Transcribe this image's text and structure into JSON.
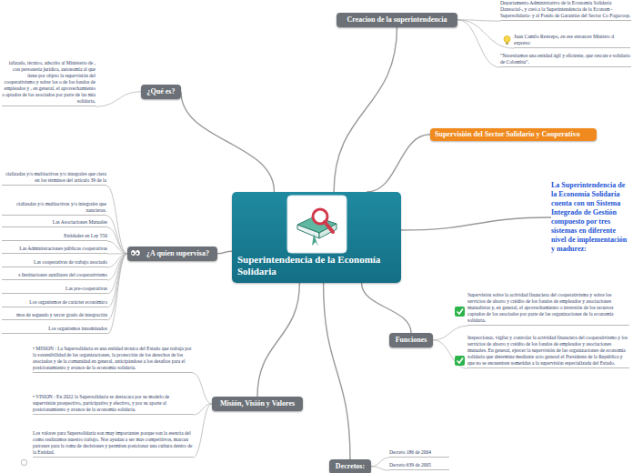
{
  "diagram": {
    "nodes": [
      {
        "text": [
          "Superintendencia de la Economía Solidaria"
        ]
      },
      {
        "text": [
          "Creacion de la superintendencia"
        ]
      },
      {
        "text": [
          "Departamento Administrativo de la Economía Solidaria Dansocial-, y creó a la Superintendencia de la Econom -Supersolidaria- y al Fondo de Garantías del Sector Co Fogacoop."
        ]
      },
      {
        "text": [
          "Juan Camilo Restrepo, en ese entonces Ministro d expreso:"
        ]
      },
      {
        "text": [
          "\"Necesitamos una entidad ágil y eficiente, que rescate e solidario de Colombia\"."
        ]
      },
      {
        "text": [
          "¿Qué es?"
        ]
      },
      {
        "text": [
          "ializado, técnico, adscrito al Ministerio de , con personería jurídica, autonomía al que tiene por objeto la supervisión del cooperativismo y sobre los o de los fondos de empleados y , en general, el aprovechamiento o aptados de los asociados por parte de las mía solidaria."
        ]
      },
      {
        "text": [
          "Supervisión del Sector Solidario y Cooperativo"
        ]
      },
      {
        "text": [
          "La Superintendencia de la Economía Solidaria cuenta con un Sistema Integrado de Gestión compuesto por tres sistemas en diferente nivel de implementación y madurez:"
        ]
      },
      {
        "text": [
          "¿A quien supervisa?"
        ]
      },
      {
        "text": [
          "cializadas y/o multiactivas y/o integrales que ciera en los términos del artículo 39 de la"
        ]
      },
      {
        "text": [
          "cializadas y/o multiactivas y/o integrales que nancieras."
        ]
      },
      {
        "text": [
          "Las Asociaciones Mutuales"
        ]
      },
      {
        "text": [
          "Entidades en Ley 550"
        ]
      },
      {
        "text": [
          "Las Administraciones públicas cooperativas"
        ]
      },
      {
        "text": [
          "Las cooperativas de trabajo asociado"
        ]
      },
      {
        "text": [
          "s Instituciones auxiliares del cooperativismo"
        ]
      },
      {
        "text": [
          "Las pre-cooperativas"
        ]
      },
      {
        "text": [
          "Los organismos de carácter económico"
        ]
      },
      {
        "text": [
          "mos de segundo y tercer grado de integración"
        ]
      },
      {
        "text": [
          "Los organismos innominados"
        ]
      },
      {
        "text": [
          "Funciones"
        ]
      },
      {
        "text": [
          "Supervisión sobre la actividad financiera del cooperativismo y sobre los servicios de ahorro y crédito de los fondos de empleados y asociaciones mutualistas y, en general, el aprovechamiento o inversión de los recursos captados de los asociados por parte de las organizaciones de la economía solidaria."
        ]
      },
      {
        "text": [
          "Inspeccionar, vigilar y controlar la actividad financiera del cooperativismo y los servicios de ahorro y crédito de los fondos de empleados y asociaciones mutuales. En general, ejercer la supervisión de las organizaciones de economía solidaria que determine mediante acto general el Presidente de la República y que no se encuentren sometidas a la supervisión especializada del Estado."
        ]
      },
      {
        "text": [
          "Misión, Visión y Valores"
        ]
      },
      {
        "text": [
          "• MISION : La Supersolidaria es una entidad técnica del Estado que trabaja por la sostenibilidad de las organizaciones, la protección de los derechos de los asociados y de la comunidad en general, anticipándose a los desafíos para el posicionamiento y avance de la economía solidaria."
        ]
      },
      {
        "text": [
          "• VISION : En 2022 la Supersolidaria se destacara por su modelo de supervisión prospectivo, participativo y efectivo, y por su aporte al posicionamiento y avance de la economía solidaria."
        ]
      },
      {
        "text": [
          "Los valores para Supersolidaria son muy importantes porque son la esencia del como realizamos nuestro trabajo. Nos ayudan a ser mas competitivos, marcan patrones para la toma de decisiones y permiten posicionar una cultura dentro de la Entidad."
        ]
      },
      {
        "text": [
          "Decretos:"
        ]
      },
      {
        "text": [
          "Decreto 186 de 2004"
        ]
      },
      {
        "text": [
          "Decreto 639 de 2005"
        ]
      }
    ],
    "edges": [
      {
        "from": 0,
        "to": 1,
        "arrow": "none"
      },
      {
        "from": 1,
        "to": 2,
        "arrow": "none"
      },
      {
        "from": 1,
        "to": 3,
        "arrow": "none"
      },
      {
        "from": 1,
        "to": 4,
        "arrow": "none"
      },
      {
        "from": 0,
        "to": 5,
        "arrow": "none"
      },
      {
        "from": 5,
        "to": 6,
        "arrow": "none"
      },
      {
        "from": 0,
        "to": 7,
        "arrow": "none"
      },
      {
        "from": 0,
        "to": 8,
        "arrow": "none"
      },
      {
        "from": 0,
        "to": 9,
        "arrow": "none"
      },
      {
        "from": 9,
        "to": 10,
        "arrow": "none"
      },
      {
        "from": 9,
        "to": 11,
        "arrow": "none"
      },
      {
        "from": 9,
        "to": 12,
        "arrow": "none"
      },
      {
        "from": 9,
        "to": 13,
        "arrow": "none"
      },
      {
        "from": 9,
        "to": 14,
        "arrow": "none"
      },
      {
        "from": 9,
        "to": 15,
        "arrow": "none"
      },
      {
        "from": 9,
        "to": 16,
        "arrow": "none"
      },
      {
        "from": 9,
        "to": 17,
        "arrow": "none"
      },
      {
        "from": 9,
        "to": 18,
        "arrow": "none"
      },
      {
        "from": 9,
        "to": 19,
        "arrow": "none"
      },
      {
        "from": 9,
        "to": 20,
        "arrow": "none"
      },
      {
        "from": 0,
        "to": 21,
        "arrow": "none"
      },
      {
        "from": 21,
        "to": 22,
        "arrow": "none"
      },
      {
        "from": 21,
        "to": 23,
        "arrow": "none"
      },
      {
        "from": 0,
        "to": 24,
        "arrow": "none"
      },
      {
        "from": 24,
        "to": 25,
        "arrow": "none"
      },
      {
        "from": 24,
        "to": 26,
        "arrow": "none"
      },
      {
        "from": 24,
        "to": 27,
        "arrow": "none"
      },
      {
        "from": 0,
        "to": 28,
        "arrow": "none"
      },
      {
        "from": 28,
        "to": 29,
        "arrow": "none"
      },
      {
        "from": 28,
        "to": 30,
        "arrow": "none"
      }
    ]
  }
}
